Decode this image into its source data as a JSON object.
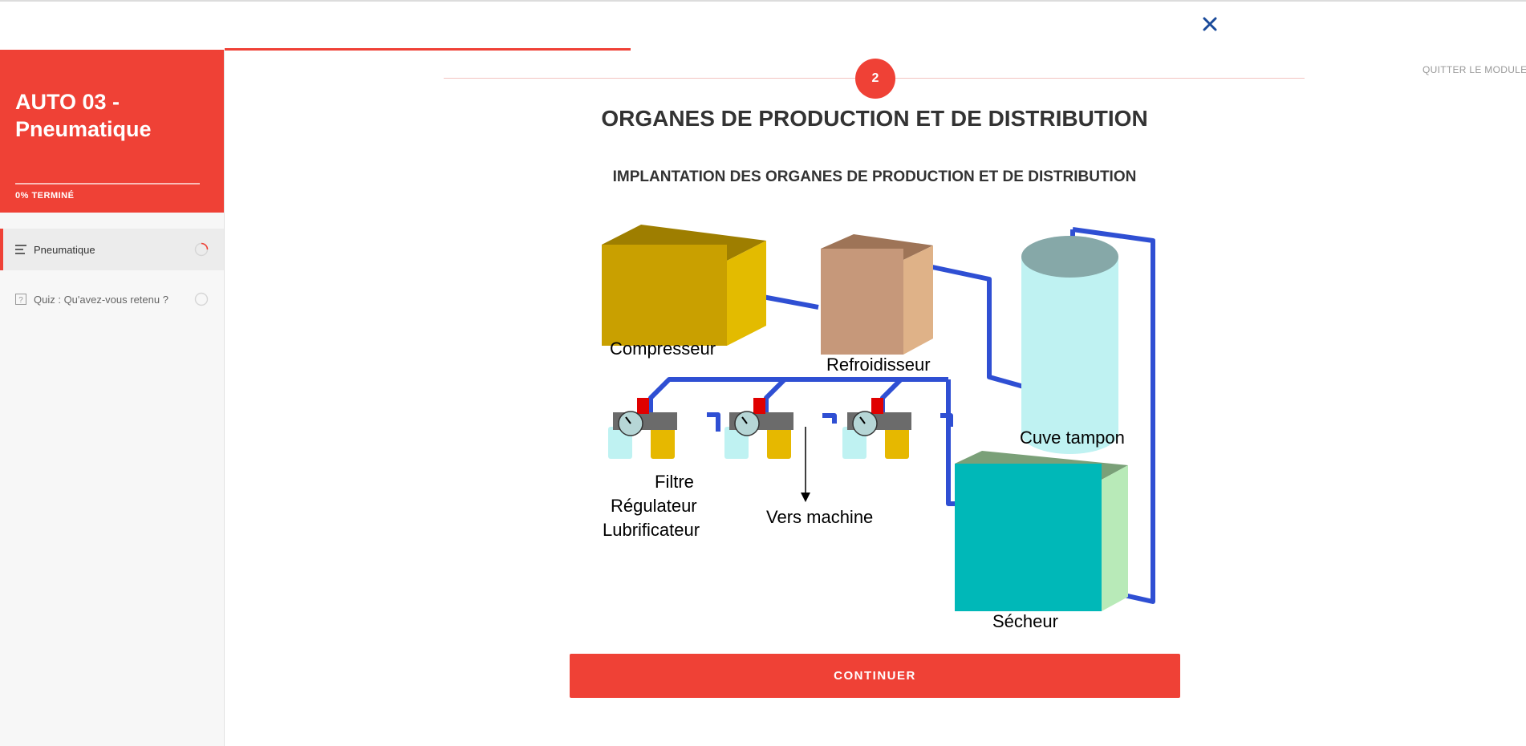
{
  "header": {
    "close_label": "Close"
  },
  "sidebar": {
    "title": "AUTO 03 - Pneumatique",
    "progress_text": "0% TERMINÉ",
    "items": [
      {
        "label": "Pneumatique",
        "icon": "lines-icon",
        "active": true
      },
      {
        "label": "Quiz : Qu'avez-vous retenu ?",
        "icon": "question-box-icon",
        "active": false
      }
    ]
  },
  "main": {
    "quit_label": "QUITTER LE MODULE",
    "step_number": "2",
    "title": "ORGANES DE PRODUCTION ET DE DISTRIBUTION",
    "subtitle": "IMPLANTATION DES ORGANES DE PRODUCTION ET DE DISTRIBUTION",
    "diagram": {
      "labels": {
        "compressor": "Compresseur",
        "cooler": "Refroidisseur",
        "tank": "Cuve tampon",
        "frl_1": "Filtre",
        "frl_2": "Régulateur",
        "frl_3": "Lubrificateur",
        "machine": "Vers machine",
        "dryer": "Sécheur"
      }
    },
    "continue_label": "CONTINUER"
  },
  "colors": {
    "accent": "#ef4136",
    "pipe": "#2f4fd3",
    "compressor": "#c9a000",
    "cooler": "#c6987a",
    "tank": "#c0f2f2",
    "dryer": "#00b8b8"
  }
}
